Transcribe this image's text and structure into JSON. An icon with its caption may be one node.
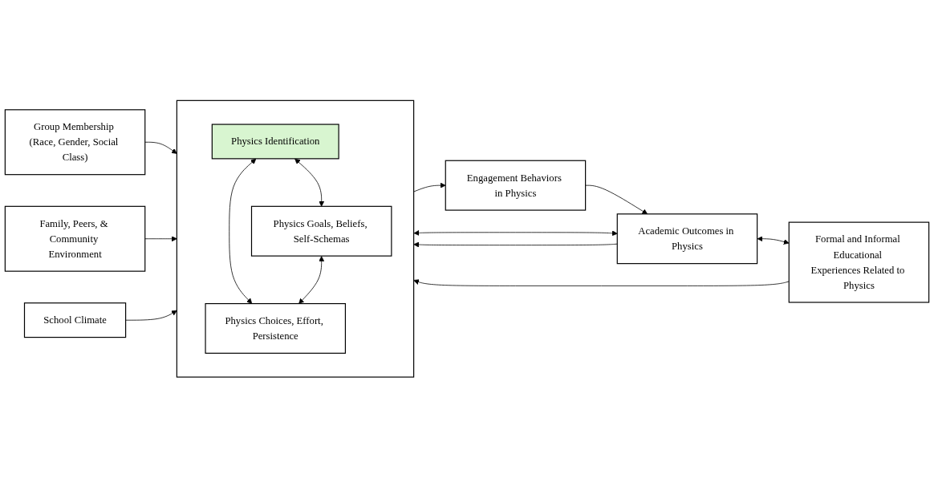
{
  "diagram": {
    "nodes": [
      {
        "text": [
          "Group Membership (Race, Gender, Social Class)"
        ]
      },
      {
        "text": [
          "Family, Peers, & Community Environment"
        ]
      },
      {
        "text": [
          "School Climate"
        ]
      },
      {
        "text": [
          "Formal and Informal Educational Experiences Related to Physics"
        ]
      },
      {
        "text": [],
        "shape": "box"
      },
      {
        "text": [
          "Physics Identification"
        ],
        "in": 4
      },
      {
        "text": [
          "Physics Goals, Beliefs, Self-Schemas"
        ],
        "in": 4
      },
      {
        "text": [
          "Physics Choices, Effort, Persistence"
        ],
        "in": 4
      },
      {
        "text": [
          "Engagement Behaviors in Physics"
        ]
      },
      {
        "text": [
          "Academic Outcomes in Physics"
        ]
      }
    ],
    "edges": [
      {
        "from": 0,
        "to": 4,
        "arrow": "to"
      },
      {
        "from": 1,
        "to": 4,
        "arrow": "to"
      },
      {
        "from": 2,
        "to": 4,
        "arrow": "to"
      },
      {
        "from": 3,
        "to": 4,
        "arrow": "to"
      },
      {
        "from": 5,
        "to": 6,
        "arrow": "both"
      },
      {
        "from": 5,
        "to": 7,
        "arrow": "both"
      },
      {
        "from": 6,
        "to": 7,
        "arrow": "both"
      },
      {
        "from": 4,
        "to": 8,
        "arrow": "to"
      },
      {
        "from": 8,
        "to": 9,
        "arrow": "to"
      },
      {
        "from": 4,
        "to": 9,
        "arrow": "both"
      },
      {
        "from": 9,
        "to": 3,
        "arrow": "both"
      },
      {
        "from": 9,
        "to": 4,
        "arrow": "to"
      }
    ]
  }
}
